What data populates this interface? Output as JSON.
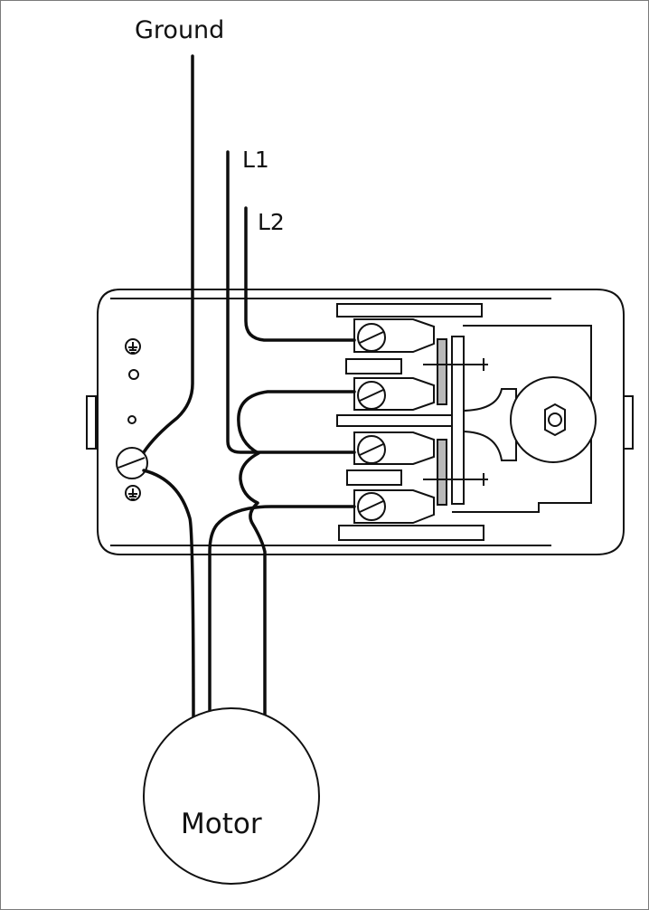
{
  "labels": {
    "ground": "Ground",
    "l1": "L1",
    "l2": "L2",
    "motor": "Motor"
  },
  "colors": {
    "stroke": "#111111",
    "background": "#ffffff",
    "frame": "#7a7a7a"
  }
}
